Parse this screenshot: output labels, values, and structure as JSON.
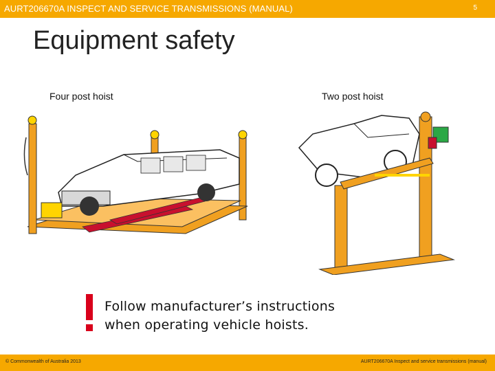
{
  "header": {
    "course_title": "AURT206670A INSPECT AND SERVICE TRANSMISSIONS (MANUAL)",
    "page_number": "5"
  },
  "slide": {
    "title": "Equipment safety",
    "left_label": "Four post hoist",
    "right_label": "Two post hoist",
    "warning_line1": "Follow manufacturer’s instructions",
    "warning_line2": "when operating vehicle hoists."
  },
  "footer": {
    "copyright": "© Commonwealth of Australia 2013",
    "course_title": "AURT206670A Inspect and service transmissions (manual)"
  },
  "colors": {
    "brand_orange": "#f6a800",
    "warning_red": "#d9001b",
    "hoist_orange": "#f0a020",
    "ramp_red": "#c8102e"
  },
  "icons": {
    "warning": "exclamation-icon"
  }
}
